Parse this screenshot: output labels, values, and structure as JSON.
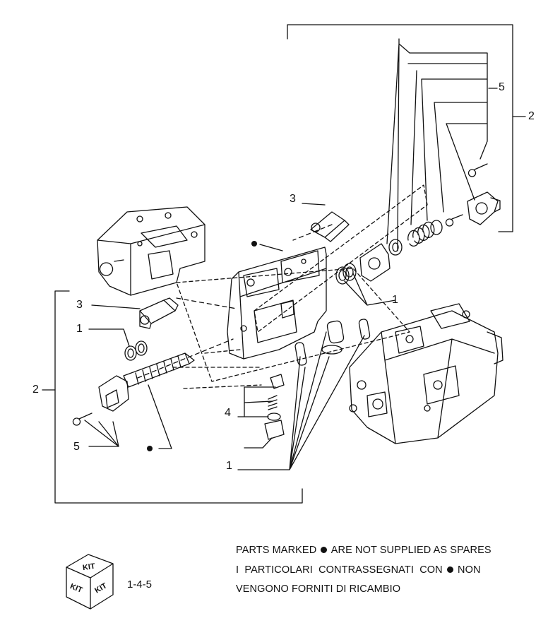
{
  "callouts": {
    "c5_top": "5",
    "c2_right": "2",
    "c3_upper": "3",
    "c3_left": "3",
    "c1_left": "1",
    "c2_left": "2",
    "c5_left": "5",
    "c4": "4",
    "c1_bottom": "1",
    "c1_right": "1"
  },
  "notes": {
    "line1_before": "PARTS MARKED",
    "line1_after": "ARE NOT SUPPLIED AS SPARES",
    "line2_before": "I  PARTICOLARI  CONTRASSEGNATI  CON",
    "line2_after": "NON",
    "line3": "VENGONO FORNITI DI RICAMBIO"
  },
  "kit": {
    "face_top": "KIT",
    "face_left": "KIT",
    "face_right": "KIT",
    "reference": "1-4-5"
  },
  "colors": {
    "ink": "#111111",
    "paper": "#ffffff"
  }
}
